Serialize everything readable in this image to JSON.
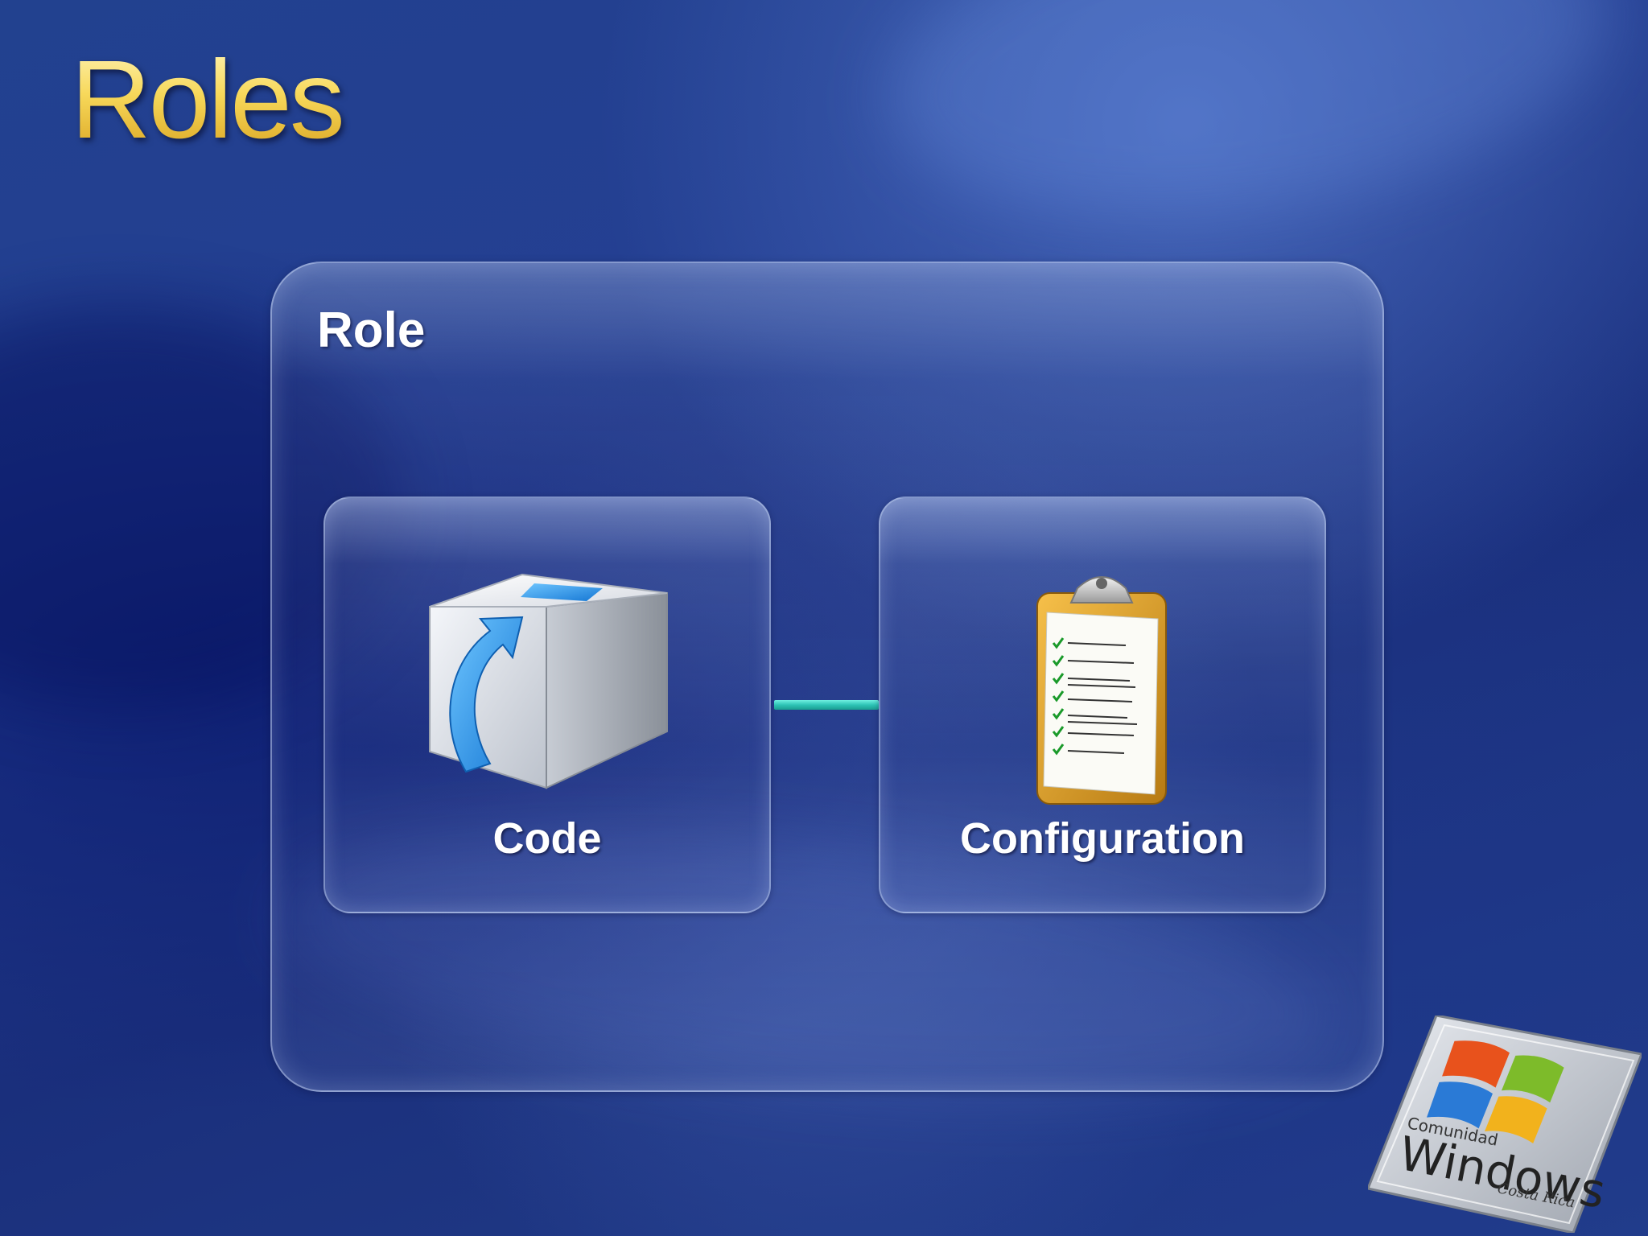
{
  "slide": {
    "title": "Roles"
  },
  "diagram": {
    "container_label": "Role",
    "nodes": [
      {
        "label": "Code",
        "icon": "box-with-arrow-icon"
      },
      {
        "label": "Configuration",
        "icon": "clipboard-checklist-icon"
      }
    ],
    "connector_color": "#2ec4b6"
  },
  "logo": {
    "top_text": "Comunidad",
    "main_text": "Windows",
    "bottom_text": "Costa Rica"
  },
  "colors": {
    "title_gold": "#f4cf52",
    "background_blue": "#1e3a8a",
    "label_white": "#ffffff"
  }
}
